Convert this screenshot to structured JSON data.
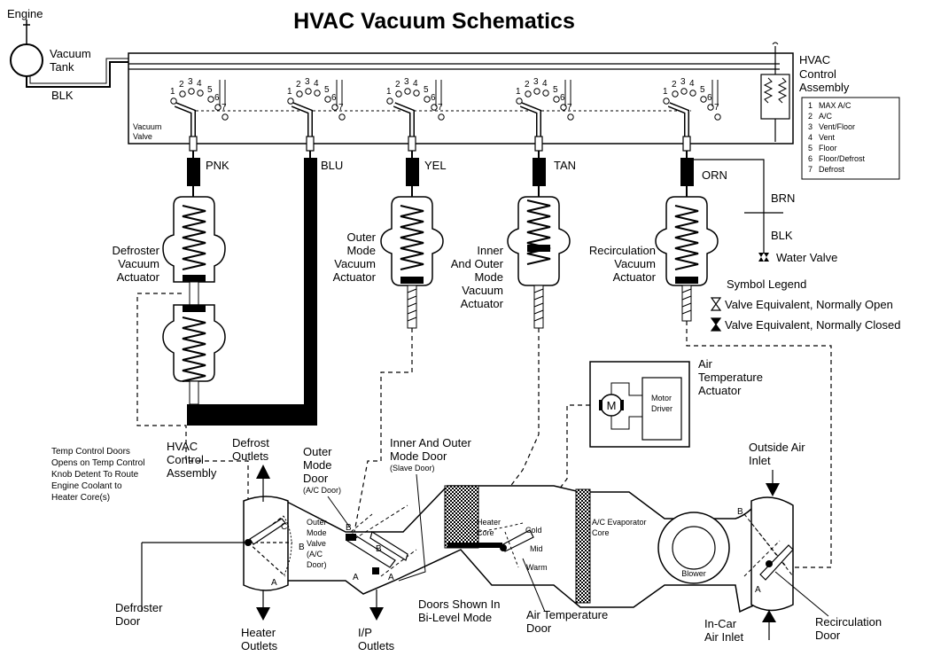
{
  "title": "HVAC Vacuum Schematics",
  "engine": {
    "engine_label": "Engine",
    "tank_label_1": "Vacuum",
    "tank_label_2": "Tank",
    "hose_color": "BLK"
  },
  "control_assembly": {
    "line1": "HVAC",
    "line2": "Control",
    "line3": "Assembly",
    "vacuum_valve_1": "Vacuum",
    "vacuum_valve_2": "Valve"
  },
  "positions": [
    {
      "num": "1",
      "label": "MAX A/C"
    },
    {
      "num": "2",
      "label": "A/C"
    },
    {
      "num": "3",
      "label": "Vent/Floor"
    },
    {
      "num": "4",
      "label": "Vent"
    },
    {
      "num": "5",
      "label": "Floor"
    },
    {
      "num": "6",
      "label": "Floor/Defrost"
    },
    {
      "num": "7",
      "label": "Defrost"
    }
  ],
  "position_digits": [
    "1",
    "2",
    "3",
    "4",
    "5",
    "6",
    "7"
  ],
  "hose_colors": {
    "pnk": "PNK",
    "blu": "BLU",
    "yel": "YEL",
    "tan": "TAN",
    "orn": "ORN",
    "brn": "BRN",
    "blk": "BLK"
  },
  "water_valve": "Water Valve",
  "actuators": {
    "defroster": [
      "Defroster",
      "Vacuum",
      "Actuator"
    ],
    "outer_mode": [
      "Outer",
      "Mode",
      "Vacuum",
      "Actuator"
    ],
    "inner_outer": [
      "Inner",
      "And Outer",
      "Mode",
      "Vacuum",
      "Actuator"
    ],
    "recirculation": [
      "Recirculation",
      "Vacuum",
      "Actuator"
    ]
  },
  "legend": {
    "title": "Symbol Legend",
    "open": "Valve Equivalent, Normally Open",
    "closed": "Valve Equivalent, Normally Closed"
  },
  "air_temp_actuator": {
    "label": [
      "Air",
      "Temperature",
      "Actuator"
    ],
    "motor": "M",
    "driver": [
      "Motor",
      "Driver"
    ]
  },
  "labels": {
    "temp_note": [
      "Temp Control Doors",
      "Opens on Temp Control",
      "Knob Detent To Route",
      "Engine Coolant to",
      "Heater Core(s)"
    ],
    "hvac_control_assembly": [
      "HVAC",
      "Control",
      "Assembly"
    ],
    "defrost_outlets": [
      "Defrost",
      "Outlets"
    ],
    "outer_mode_door": [
      "Outer",
      "Mode",
      "Door"
    ],
    "ac_door": "(A/C Door)",
    "inner_outer_door": [
      "Inner And Outer",
      "Mode Door"
    ],
    "slave_door": "(Slave Door)",
    "outside_air_inlet": [
      "Outside Air",
      "Inlet"
    ],
    "outer_mode_valve": [
      "Outer",
      "Mode",
      "Valve",
      "(A/C",
      "Door)"
    ],
    "heater_core": [
      "Heater",
      "Core"
    ],
    "ac_evaporator": [
      "A/C Evaporator",
      "Core"
    ],
    "blower": "Blower",
    "cold": "Cold",
    "mid": "Mid",
    "warm": "Warm",
    "defroster_door": [
      "Defroster",
      "Door"
    ],
    "heater_outlets": [
      "Heater",
      "Outlets"
    ],
    "ip_outlets": [
      "I/P",
      "Outlets"
    ],
    "doors_shown": [
      "Doors Shown In",
      "Bi-Level Mode"
    ],
    "air_temp_door": [
      "Air Temperature",
      "Door"
    ],
    "in_car_air_inlet": [
      "In-Car",
      "Air Inlet"
    ],
    "recirculation_door": [
      "Recirculation",
      "Door"
    ],
    "letter_a": "A",
    "letter_b": "B",
    "letter_c": "C"
  }
}
